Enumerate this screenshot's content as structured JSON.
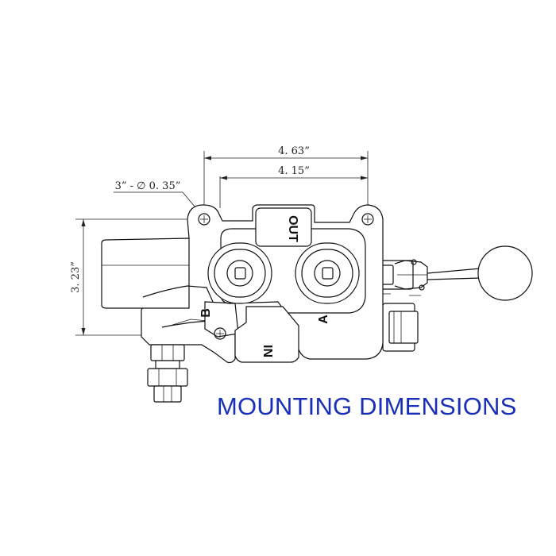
{
  "title": "MOUNTING DIMENSIONS",
  "colors": {
    "title": "#1a2fb8",
    "line": "#111111",
    "background": "#ffffff"
  },
  "dimensions": {
    "overall_width": "4. 63”",
    "hole_spacing": "4. 15”",
    "height": "3. 23”",
    "mounting_holes": "3”  - ∅ 0. 35”"
  },
  "ports": {
    "out": "OUT",
    "in": "IN",
    "a": "A",
    "b": "B"
  }
}
